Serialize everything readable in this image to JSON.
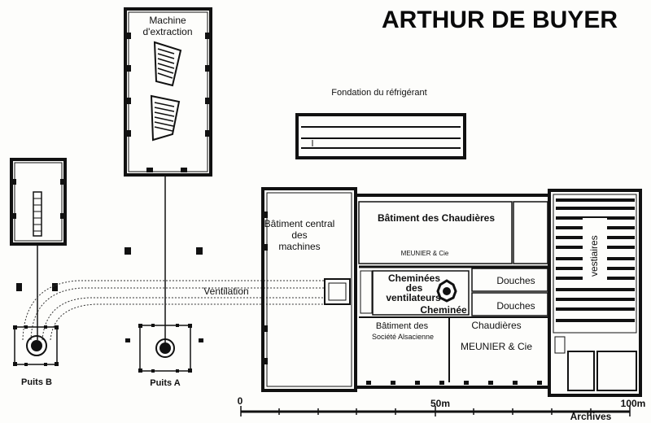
{
  "title": "ARTHUR DE BUYER",
  "labels": {
    "machine_extraction_1": "Machine",
    "machine_extraction_2": "d'extraction",
    "fondation": "Fondation du réfrigérant",
    "batiment_central_1": "Bâtiment central",
    "batiment_central_2": "des",
    "batiment_central_3": "machines",
    "batiment_chaudieres": "Bâtiment des Chaudières",
    "meunier_small": "MEUNIER & Cie",
    "cheminees_1": "Cheminées",
    "cheminees_2": "des",
    "cheminees_3": "ventilateurs",
    "cheminee": "Cheminée",
    "douches_1": "Douches",
    "douches_2": "Douches",
    "vestiaires": "vestiaires",
    "ventilation": "Ventilation",
    "batiment_des": "Bâtiment des",
    "societe_alsacienne": "Société Alsacienne",
    "chaudieres": "Chaudières",
    "meunier_cie": "MEUNIER & Cie",
    "puits_b": "Puits B",
    "puits_a": "Puits A"
  },
  "scale": {
    "tick_0": "0",
    "tick_50": "50m",
    "tick_100": "100m",
    "source": "Archives"
  }
}
